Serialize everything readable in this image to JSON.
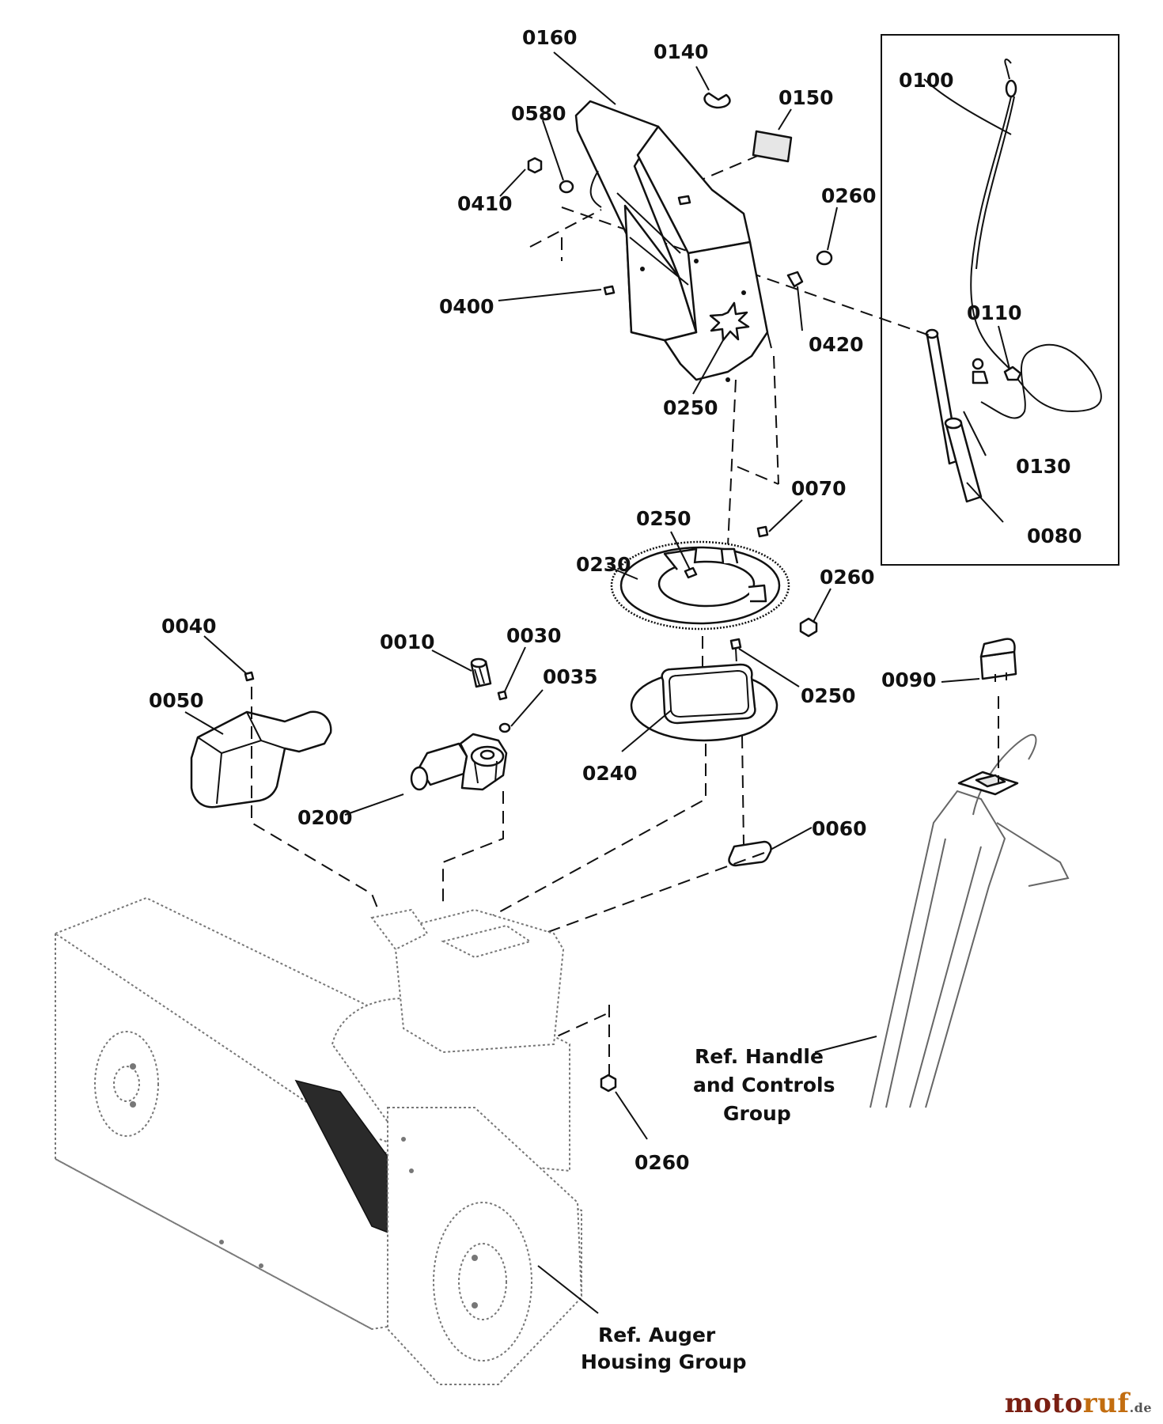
{
  "parts": {
    "p0160": "0160",
    "p0140": "0140",
    "p0150": "0150",
    "p0580": "0580",
    "p0410": "0410",
    "p0260_a": "0260",
    "p0400": "0400",
    "p0420": "0420",
    "p0250_a": "0250",
    "p0100": "0100",
    "p0110": "0110",
    "p0130": "0130",
    "p0080": "0080",
    "p0070": "0070",
    "p0250_b": "0250",
    "p0230": "0230",
    "p0260_b": "0260",
    "p0040": "0040",
    "p0010": "0010",
    "p0030": "0030",
    "p0035": "0035",
    "p0050": "0050",
    "p0250_c": "0250",
    "p0090": "0090",
    "p0240": "0240",
    "p0200": "0200",
    "p0060": "0060",
    "p0260_c": "0260"
  },
  "references": {
    "handle_line1": "Ref. Handle",
    "handle_line2": "and Controls",
    "handle_line3": "Group",
    "auger_line1": "Ref. Auger",
    "auger_line2": "Housing Group"
  },
  "watermark": {
    "part1": "moto",
    "part2": "ruf",
    "part3": ".de"
  },
  "colors": {
    "line": "#111111",
    "ghost": "#777777",
    "watermark_dark": "#7a1f12",
    "watermark_orange": "#c26d10"
  }
}
